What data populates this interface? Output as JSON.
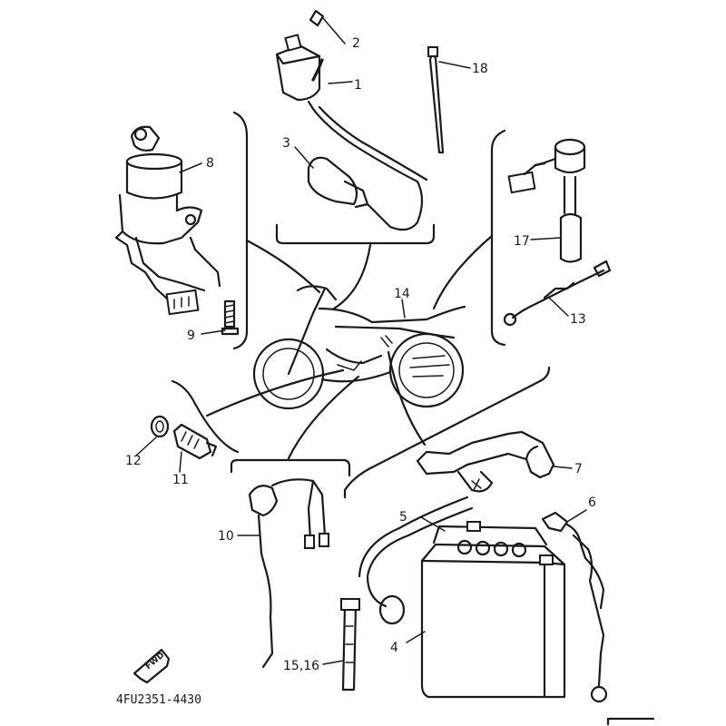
{
  "diagram": {
    "part_code": "4FU2351-4430",
    "direction_label": "FWD",
    "callouts": {
      "c1": "1",
      "c2": "2",
      "c3": "3",
      "c4": "4",
      "c5": "5",
      "c6": "6",
      "c7": "7",
      "c8": "8",
      "c9": "9",
      "c10": "10",
      "c11": "11",
      "c12": "12",
      "c13": "13",
      "c14": "14",
      "c15_16": "15,16",
      "c17": "17",
      "c18": "18"
    }
  }
}
